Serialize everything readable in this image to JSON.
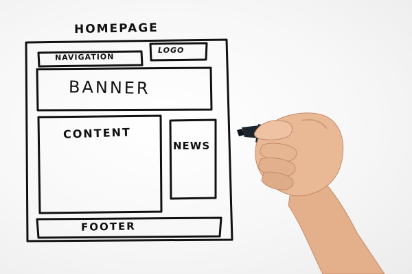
{
  "sketch": {
    "title": "HOMEPAGE",
    "navigation": "NAVIGATION",
    "logo": "LOGO",
    "banner": "BANNER",
    "content": "CONTENT",
    "news": "NEWS",
    "footer": "FOOTER"
  },
  "colors": {
    "ink": "#111111",
    "marker_barrel": "#1f2a36",
    "skin": "#e8b896",
    "background": "#f5f5f5"
  }
}
